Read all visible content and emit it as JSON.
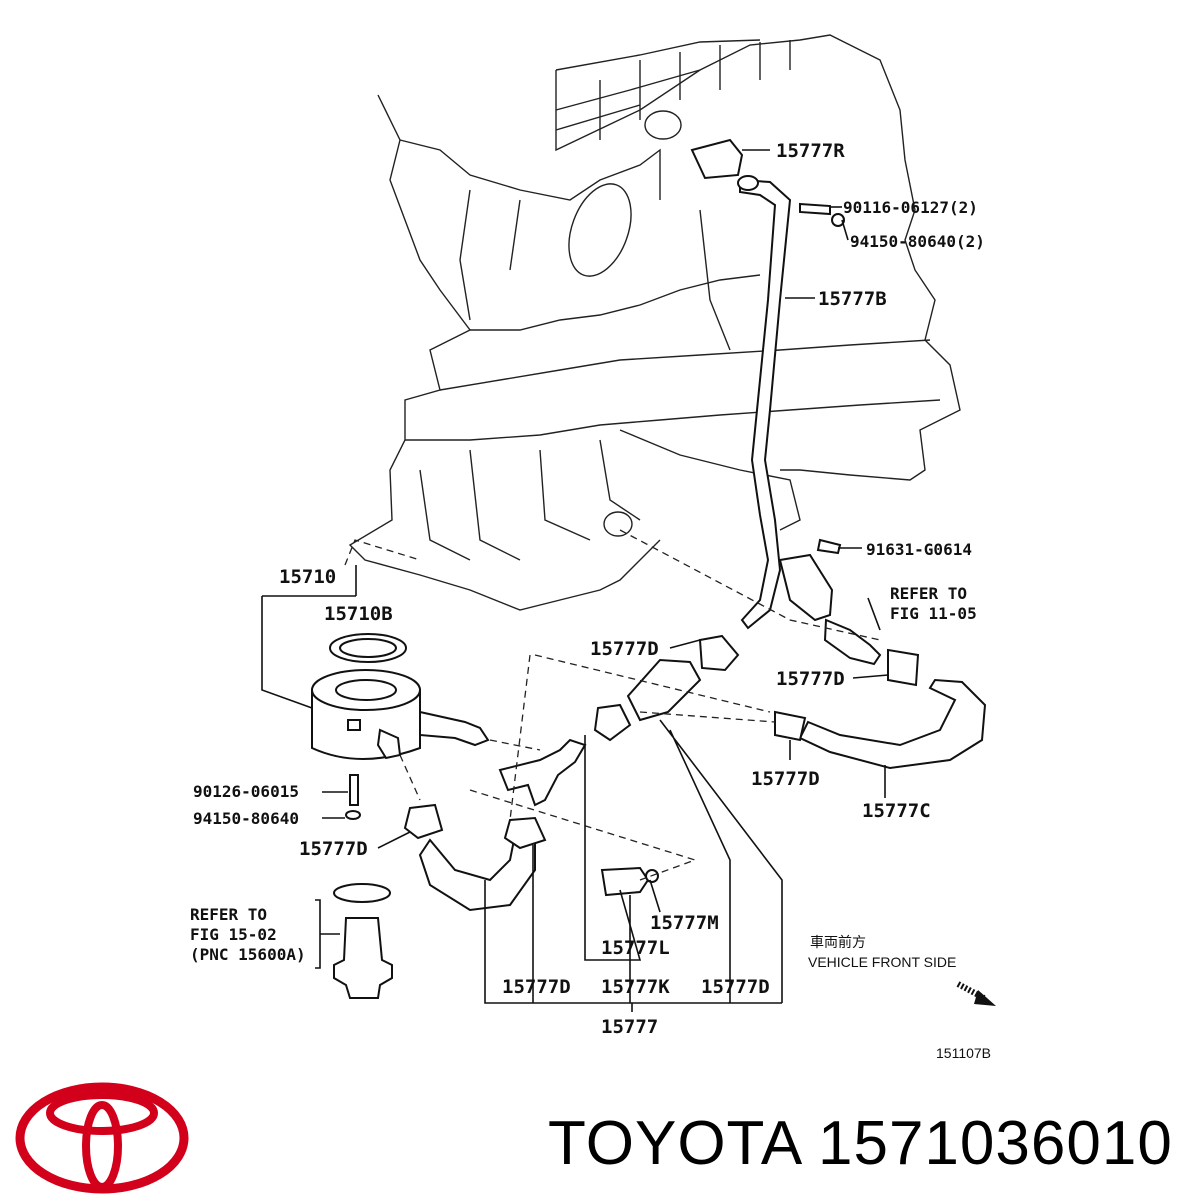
{
  "diagram": {
    "parts": {
      "p15777R": "15777R",
      "p90116": "90116-06127(2)",
      "p94150a": "94150-80640(2)",
      "p15777B": "15777B",
      "p91631": "91631-G0614",
      "p15710": "15710",
      "p15710B": "15710B",
      "refer1105_l1": "REFER TO",
      "refer1105_l2": "FIG 11-05",
      "p15777D_1": "15777D",
      "p15777D_2": "15777D",
      "p15777D_3": "15777D",
      "p15777C": "15777C",
      "p90126": "90126-06015",
      "p94150b": "94150-80640",
      "p15777D_4": "15777D",
      "refer1502_l1": "REFER TO",
      "refer1502_l2": "FIG 15-02",
      "refer1502_l3": "(PNC 15600A)",
      "p15777M": "15777M",
      "p15777L": "15777L",
      "p15777D_5": "15777D",
      "p15777K": "15777K",
      "p15777D_6": "15777D",
      "p15777": "15777"
    },
    "front_jp": "車両前方",
    "front_en": "VEHICLE FRONT SIDE",
    "figure_code": "151107B"
  },
  "footer": {
    "brand_text": "TOYOTA 1571036010",
    "logo_icon": "toyota-logo-icon",
    "logo_color": "#d3001b"
  }
}
